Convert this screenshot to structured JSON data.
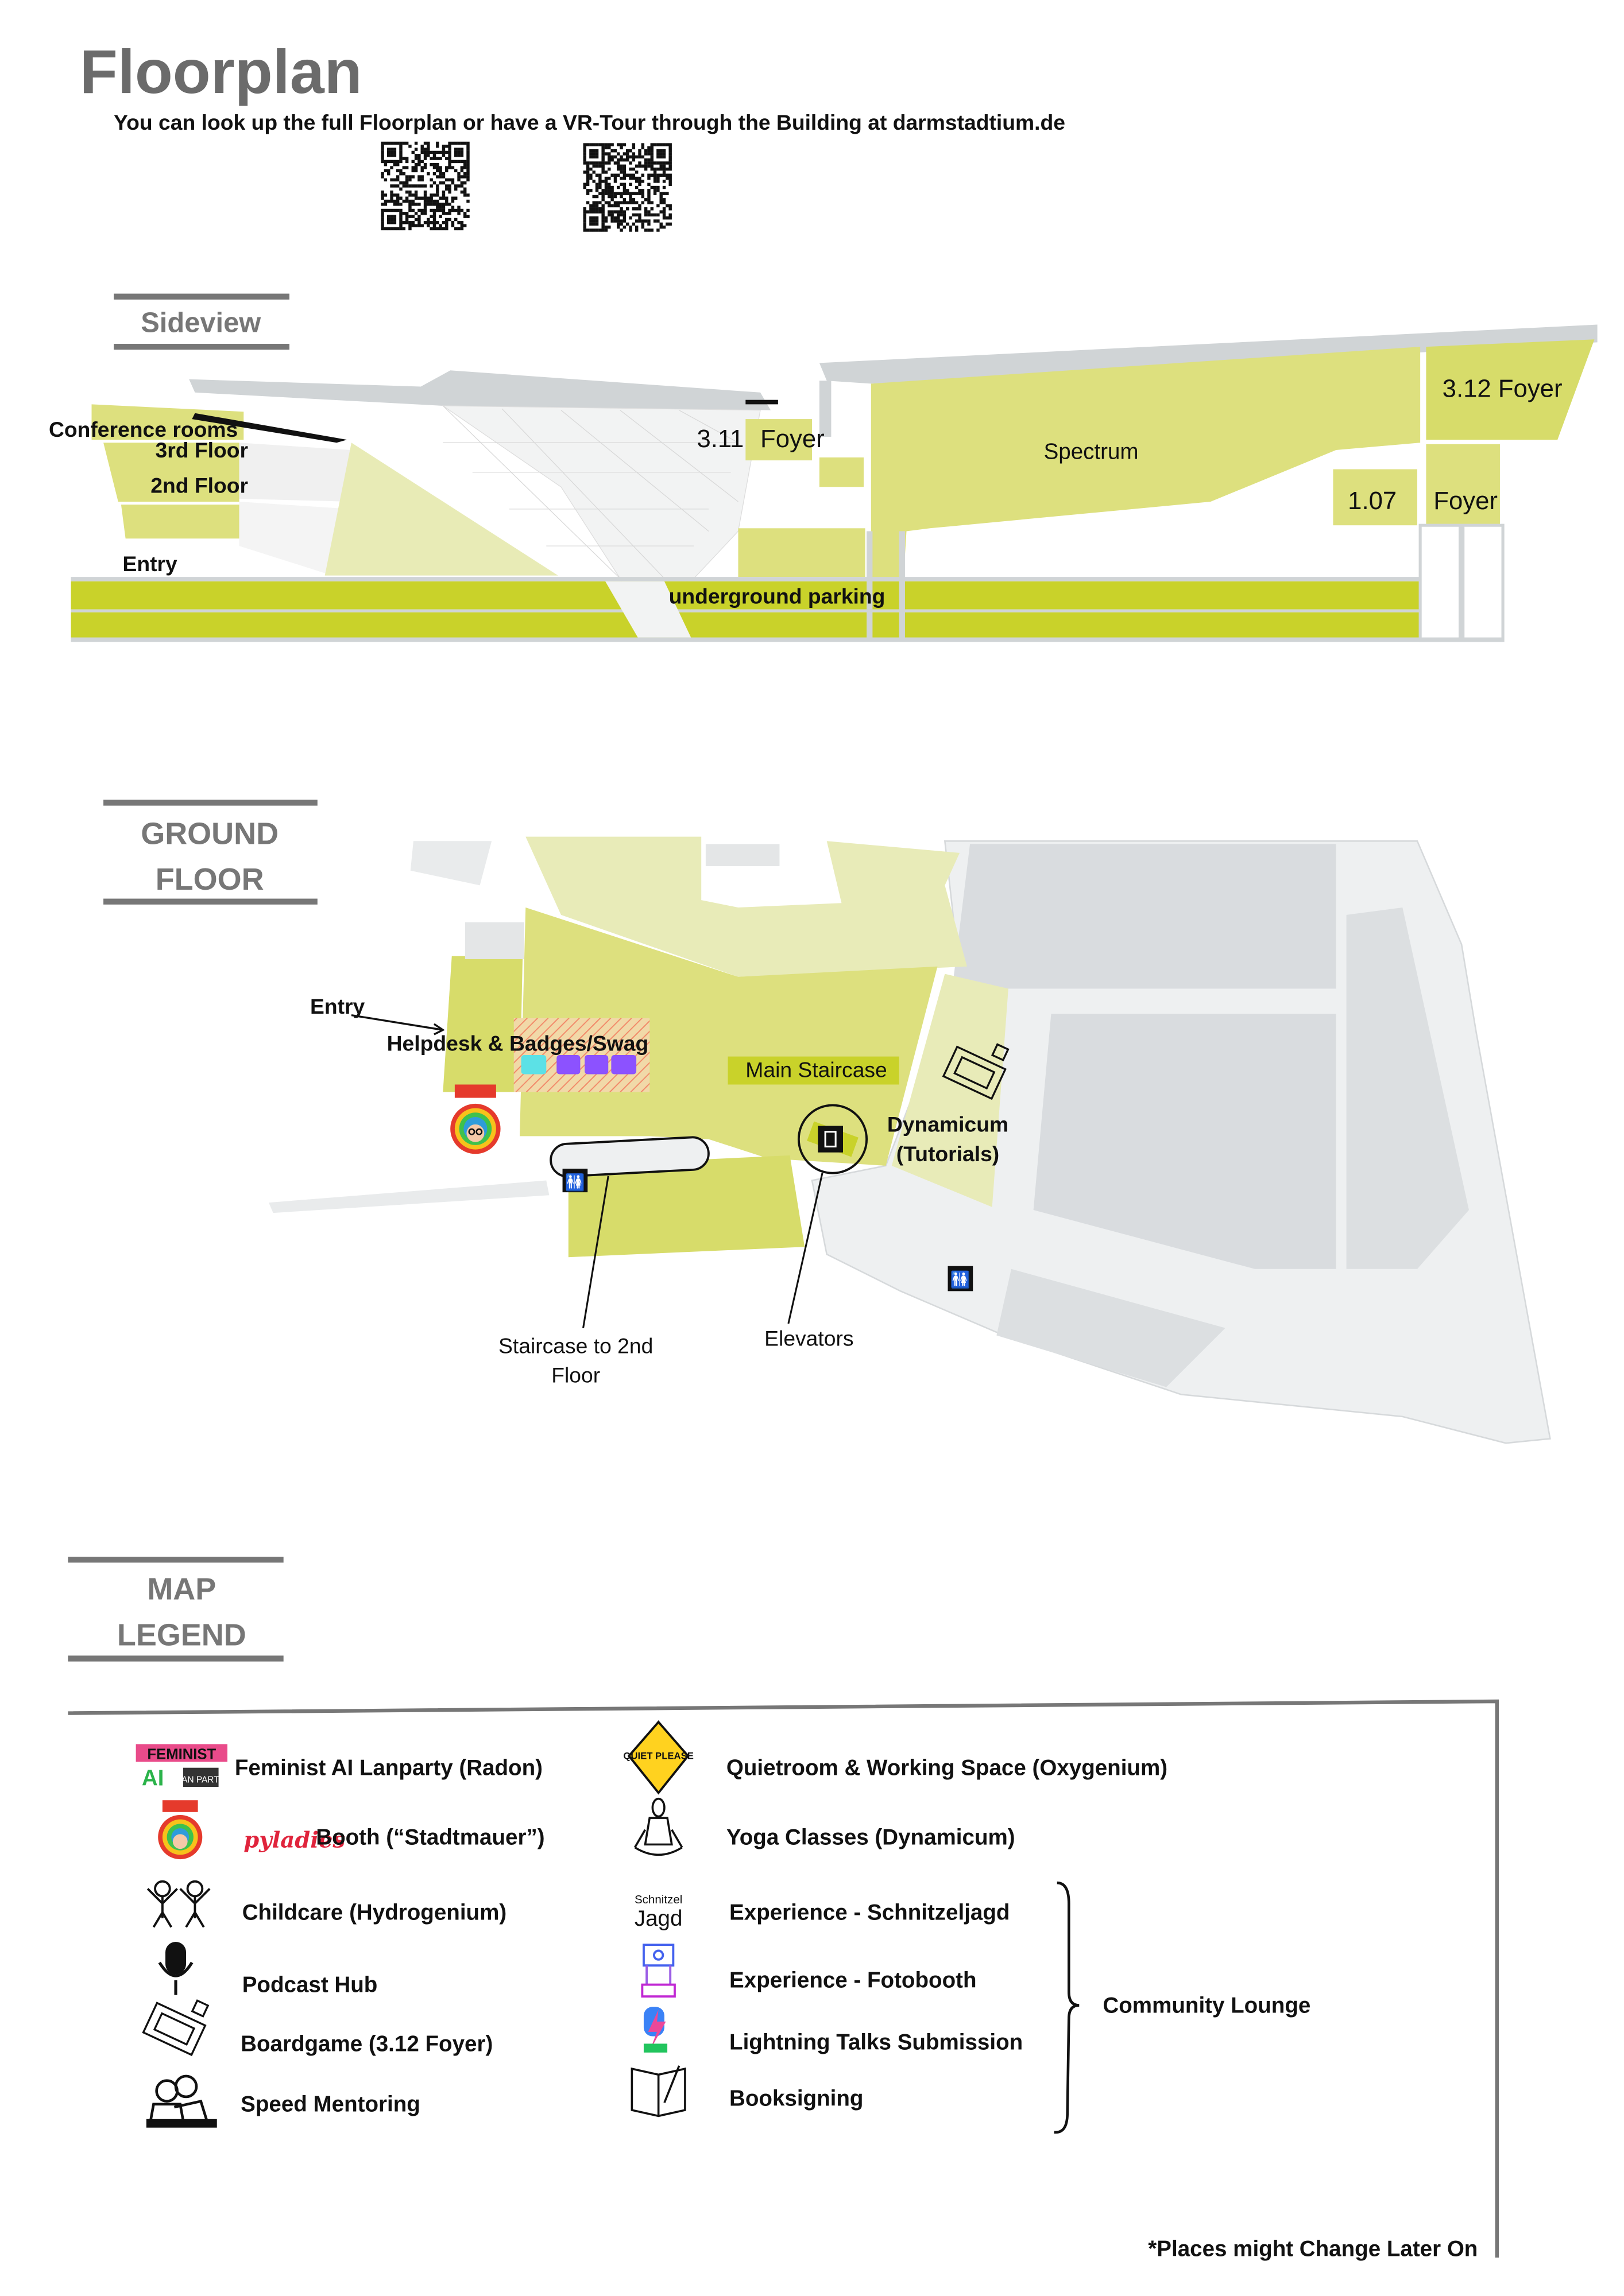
{
  "header": {
    "title": "Floorplan",
    "subtitle": "You can look up the full Floorplan or have a VR-Tour through the Building at darmstadtium.de",
    "qr_codes": [
      "qr-code-floorplan",
      "qr-code-vr-tour"
    ]
  },
  "sideview": {
    "heading": "Sideview",
    "labels": {
      "conference_rooms": "Conference rooms",
      "third_floor": "3rd Floor",
      "second_floor": "2nd Floor",
      "entry": "Entry",
      "foyer_311_number": "3.11",
      "foyer_311_name": "Foyer",
      "spectrum": "Spectrum",
      "foyer_312": "3.12 Foyer",
      "room_107": "1.07",
      "foyer": "Foyer",
      "underground_parking": "underground parking"
    }
  },
  "ground_floor": {
    "heading_line1": "GROUND",
    "heading_line2": "FLOOR",
    "labels": {
      "entry": "Entry",
      "helpdesk": "Helpdesk & Badges/Swag",
      "main_staircase": "Main Staircase",
      "dynamicum_line1": "Dynamicum",
      "dynamicum_line2": "(Tutorials)",
      "staircase_line1": "Staircase to 2nd",
      "staircase_line2": "Floor",
      "elevators": "Elevators"
    },
    "colors": {
      "badge_cyan": "#5ce1e6",
      "swag_purple": "#8c52ff",
      "area_yellow": "#dbe07f",
      "light_yellow": "#e8ebb8",
      "highlight": "#c9d22a"
    }
  },
  "legend": {
    "heading_line1": "MAP",
    "heading_line2": "LEGEND",
    "left": [
      {
        "icon": "feminist-ai-lanparty-logo",
        "label": "Feminist AI Lanparty (Radon)"
      },
      {
        "icon": "pyladies-mascot",
        "brand": "pyladies",
        "label": "Booth (“Stadtmauer”)"
      },
      {
        "icon": "childcare-icon",
        "label": "Childcare (Hydrogenium)"
      },
      {
        "icon": "microphone-icon",
        "label": "Podcast Hub"
      },
      {
        "icon": "boardgame-icon",
        "label": "Boardgame (3.12 Foyer)"
      },
      {
        "icon": "speed-mentoring-icon",
        "label": "Speed Mentoring"
      }
    ],
    "right": [
      {
        "icon": "quiet-please-sign",
        "icon_text": "QUIET PLEASE",
        "label": "Quietroom & Working Space (Oxygenium)"
      },
      {
        "icon": "yoga-icon",
        "label": "Yoga Classes (Dynamicum)"
      },
      {
        "icon": "schnitzeljagd-logo",
        "icon_text": "Schnitzel Jagd",
        "label": "Experience  - Schnitzeljagd"
      },
      {
        "icon": "fotobooth-icon",
        "label": "Experience - Fotobooth"
      },
      {
        "icon": "lightning-talks-icon",
        "label": "Lightning Talks Submission"
      },
      {
        "icon": "book-icon",
        "label": "Booksigning"
      }
    ],
    "group_label": "Community Lounge",
    "footnote": "*Places might Change Later On"
  }
}
